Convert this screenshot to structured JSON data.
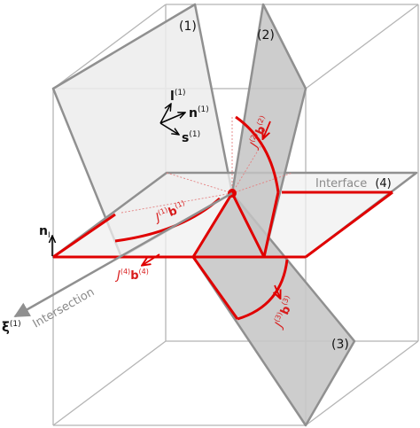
{
  "labels": {
    "plane1": "(1)",
    "plane2": "(2)",
    "plane3": "(3)",
    "interface": "Interface",
    "plane4": "(4)",
    "intersection": "Intersection"
  },
  "vectors": {
    "l1_base": "l",
    "l1_sup": "(1)",
    "n1_base": "n",
    "n1_sup": "(1)",
    "s1_base": "s",
    "s1_sup": "(1)",
    "n_base": "n",
    "n_sub": "I",
    "xi_base": "ξ",
    "xi_sup": "(1)"
  },
  "burgers": {
    "j1": {
      "J": "J",
      "jsup": "(1)",
      "b": "b",
      "bsup": "(1)"
    },
    "j2": {
      "J": "J",
      "jsup": "(2)",
      "b": "b",
      "bsup": "(2)"
    },
    "j3": {
      "J": "J",
      "jsup": "(3)",
      "b": "b",
      "bsup": "(3)"
    },
    "j4": {
      "J": "J",
      "jsup": "(4)",
      "b": "b",
      "bsup": "(4)"
    }
  },
  "colors": {
    "red": "#e00000",
    "gray_edge": "#909090",
    "cube_edge": "#b5b5b5",
    "plane_fill_light": "#ececec",
    "plane_fill_dark": "#cdcdcd"
  }
}
